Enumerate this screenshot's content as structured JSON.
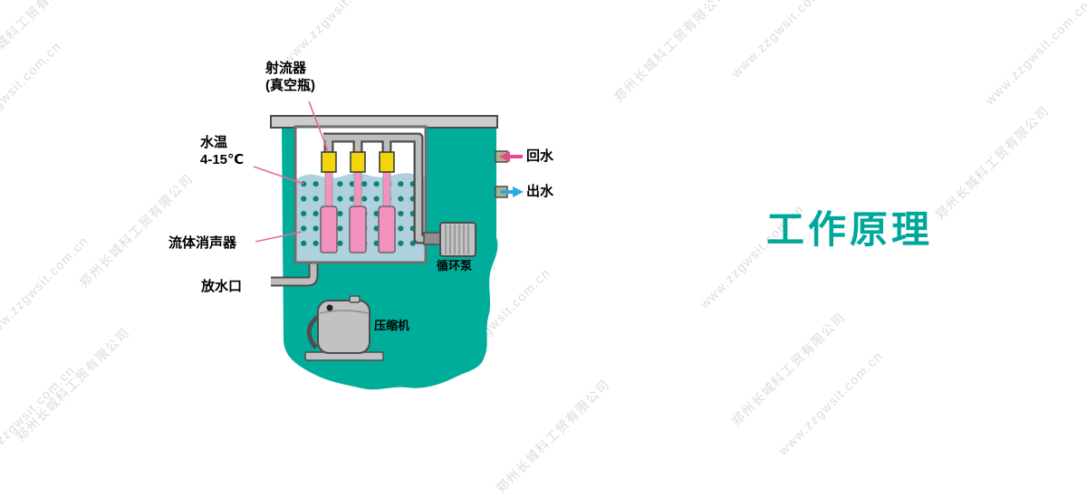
{
  "title": "工作原理",
  "watermark": {
    "company": "郑州长城科工贸有限公司",
    "url": "www.zzgwsit.com.cn"
  },
  "labels": {
    "jet": "射流器",
    "jet_sub": "(真空瓶)",
    "water_temp": "水温",
    "water_temp_value": "4-15℃",
    "muffler": "流体消声器",
    "drain": "放水口",
    "return_water": "回水",
    "out_water": "出水",
    "pump": "循环泵",
    "compressor": "压缩机"
  },
  "colors": {
    "teal": "#00AD9B",
    "title": "#00A79B",
    "lid": "#CCCCCC",
    "tank-stroke": "#6F6F6F",
    "water": "#AFD0DD",
    "dot": "#0F8173",
    "pink": "#F492BF",
    "yellow": "#F2D50C",
    "outline": "#4D4D4D",
    "pipe": "#BDBDBD",
    "metal": "#C2C2C2",
    "metal-dark": "#8F8F8F",
    "port": "#A9B38C",
    "arrow-return": "#E8478E",
    "arrow-out": "#2BAAE1",
    "leader": "#E56A93",
    "watermark": "#DBDBDB",
    "label": "#000000"
  }
}
